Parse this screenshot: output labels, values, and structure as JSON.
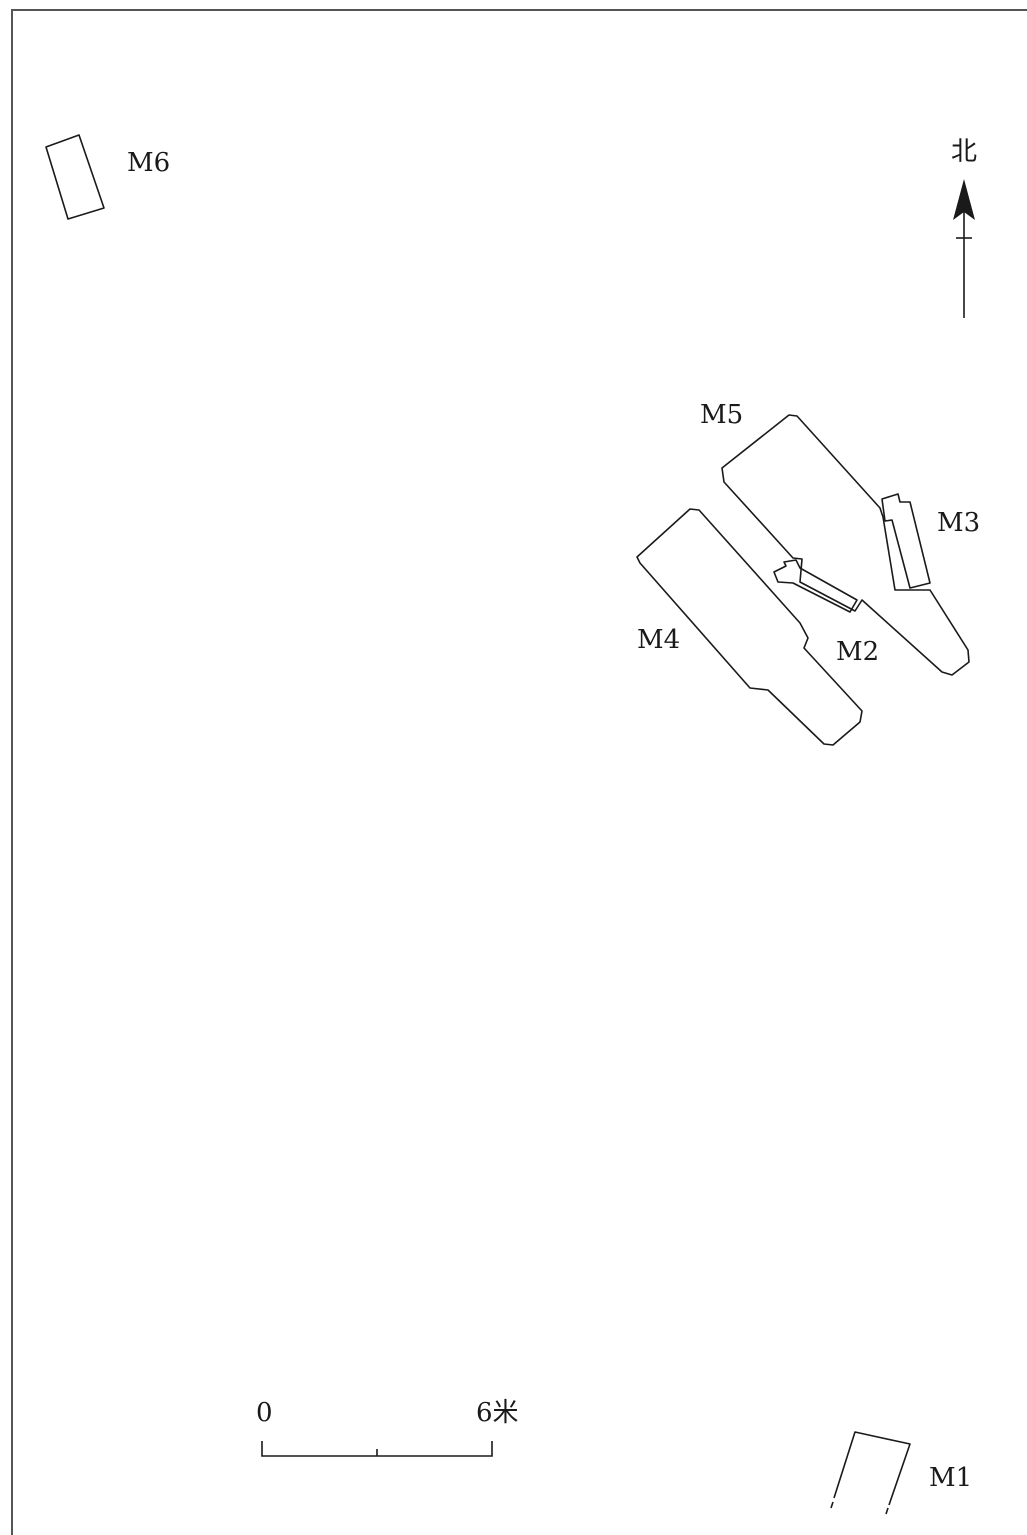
{
  "map": {
    "north_label": "北",
    "graves": [
      {
        "id": "m6",
        "label": "M6"
      },
      {
        "id": "m5",
        "label": "M5"
      },
      {
        "id": "m3",
        "label": "M3"
      },
      {
        "id": "m4",
        "label": "M4"
      },
      {
        "id": "m2",
        "label": "M2"
      },
      {
        "id": "m1",
        "label": "M1"
      }
    ],
    "scale": {
      "start_label": "0",
      "end_label": "6米"
    }
  }
}
